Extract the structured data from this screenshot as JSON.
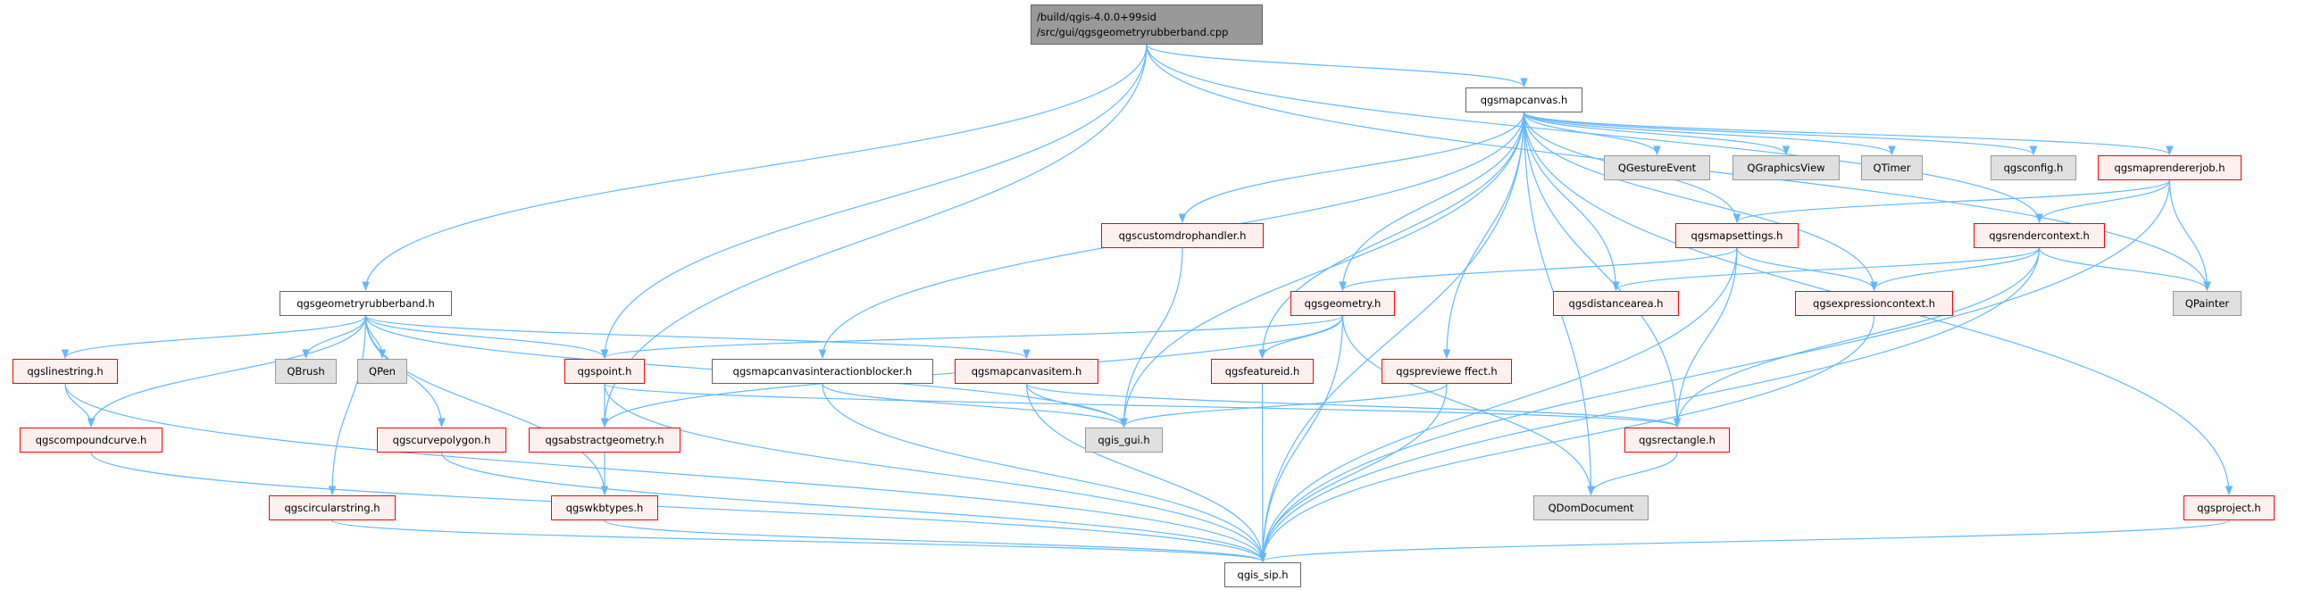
{
  "root": {
    "line1": "/build/qgis-4.0.0+99sid",
    "line2": "/src/gui/qgsgeometryrubberband.cpp"
  },
  "nodes": {
    "mapcanvas": "qgsmapcanvas.h",
    "rubberband": "qgsgeometryrubberband.h",
    "linestring": "qgslinestring.h",
    "qbrush": "QBrush",
    "qpen": "QPen",
    "point": "qgspoint.h",
    "blocker": "qgsmapcanvasinteractionblocker.h",
    "canvasitem": "qgsmapcanvasitem.h",
    "compoundcurve": "qgscompoundcurve.h",
    "curvepolygon": "qgscurvepolygon.h",
    "abstractgeometry": "qgsabstractgeometry.h",
    "gui": "qgis_gui.h",
    "circularstring": "qgscircularstring.h",
    "wkbtypes": "qgswkbtypes.h",
    "customdrop": "qgscustomdrophandler.h",
    "qgestureevent": "QGestureEvent",
    "qgraphicsview": "QGraphicsView",
    "qtimer": "QTimer",
    "config": "qgsconfig.h",
    "rendererjob": "qgsmaprendererjob.h",
    "mapsettings": "qgsmapsettings.h",
    "rendercontext": "qgsrendercontext.h",
    "geometry": "qgsgeometry.h",
    "distancearea": "qgsdistancearea.h",
    "expressioncontext": "qgsexpressioncontext.h",
    "qpainter": "QPainter",
    "featureid": "qgsfeatureid.h",
    "previeweffect": "qgspreviewe ffect.h",
    "rectangle": "qgsrectangle.h",
    "qdomdocument": "QDomDocument",
    "project": "qgsproject.h",
    "sip": "qgis_sip.h"
  },
  "edges": [
    [
      "root",
      "rubberband"
    ],
    [
      "root",
      "abstractgeometry"
    ],
    [
      "root",
      "point"
    ],
    [
      "root",
      "mapcanvas"
    ],
    [
      "root",
      "rendercontext"
    ],
    [
      "root",
      "qpainter"
    ],
    [
      "rubberband",
      "linestring"
    ],
    [
      "rubberband",
      "compoundcurve"
    ],
    [
      "rubberband",
      "circularstring"
    ],
    [
      "rubberband",
      "qbrush"
    ],
    [
      "rubberband",
      "qpen"
    ],
    [
      "rubberband",
      "curvepolygon"
    ],
    [
      "rubberband",
      "wkbtypes"
    ],
    [
      "rubberband",
      "point"
    ],
    [
      "rubberband",
      "gui"
    ],
    [
      "rubberband",
      "canvasitem"
    ],
    [
      "linestring",
      "compoundcurve"
    ],
    [
      "linestring",
      "sip"
    ],
    [
      "compoundcurve",
      "sip"
    ],
    [
      "circularstring",
      "sip"
    ],
    [
      "curvepolygon",
      "sip"
    ],
    [
      "wkbtypes",
      "sip"
    ],
    [
      "abstractgeometry",
      "wkbtypes"
    ],
    [
      "point",
      "abstractgeometry"
    ],
    [
      "point",
      "sip"
    ],
    [
      "point",
      "rectangle"
    ],
    [
      "blocker",
      "gui"
    ],
    [
      "blocker",
      "sip"
    ],
    [
      "canvasitem",
      "gui"
    ],
    [
      "canvasitem",
      "sip"
    ],
    [
      "canvasitem",
      "rectangle"
    ],
    [
      "customdrop",
      "gui"
    ],
    [
      "mapcanvas",
      "blocker"
    ],
    [
      "mapcanvas",
      "customdrop"
    ],
    [
      "mapcanvas",
      "gui"
    ],
    [
      "mapcanvas",
      "geometry"
    ],
    [
      "mapcanvas",
      "featureid"
    ],
    [
      "mapcanvas",
      "previeweffect"
    ],
    [
      "mapcanvas",
      "qdomdocument"
    ],
    [
      "mapcanvas",
      "distancearea"
    ],
    [
      "mapcanvas",
      "mapsettings"
    ],
    [
      "mapcanvas",
      "rectangle"
    ],
    [
      "mapcanvas",
      "qgestureevent"
    ],
    [
      "mapcanvas",
      "qgraphicsview"
    ],
    [
      "mapcanvas",
      "qtimer"
    ],
    [
      "mapcanvas",
      "config"
    ],
    [
      "mapcanvas",
      "rendererjob"
    ],
    [
      "mapcanvas",
      "expressioncontext"
    ],
    [
      "mapcanvas",
      "project"
    ],
    [
      "mapcanvas",
      "sip"
    ],
    [
      "rendererjob",
      "mapsettings"
    ],
    [
      "rendererjob",
      "rendercontext"
    ],
    [
      "rendererjob",
      "qpainter"
    ],
    [
      "rendererjob",
      "sip"
    ],
    [
      "mapsettings",
      "geometry"
    ],
    [
      "mapsettings",
      "rectangle"
    ],
    [
      "mapsettings",
      "expressioncontext"
    ],
    [
      "mapsettings",
      "sip"
    ],
    [
      "rendercontext",
      "distancearea"
    ],
    [
      "rendercontext",
      "expressioncontext"
    ],
    [
      "rendercontext",
      "qpainter"
    ],
    [
      "rendercontext",
      "rectangle"
    ],
    [
      "rendercontext",
      "sip"
    ],
    [
      "geometry",
      "point"
    ],
    [
      "geometry",
      "abstractgeometry"
    ],
    [
      "geometry",
      "featureid"
    ],
    [
      "geometry",
      "sip"
    ],
    [
      "geometry",
      "qdomdocument"
    ],
    [
      "featureid",
      "sip"
    ],
    [
      "previeweffect",
      "gui"
    ],
    [
      "previeweffect",
      "sip"
    ],
    [
      "rectangle",
      "qdomdocument"
    ],
    [
      "expressioncontext",
      "sip"
    ],
    [
      "project",
      "sip"
    ]
  ],
  "colors": {
    "edge": "#63b8ff",
    "red_border": "#ff0000",
    "red_fill": "#fff0f0",
    "ext_fill": "#e0e0e0",
    "root_fill": "#999999"
  }
}
